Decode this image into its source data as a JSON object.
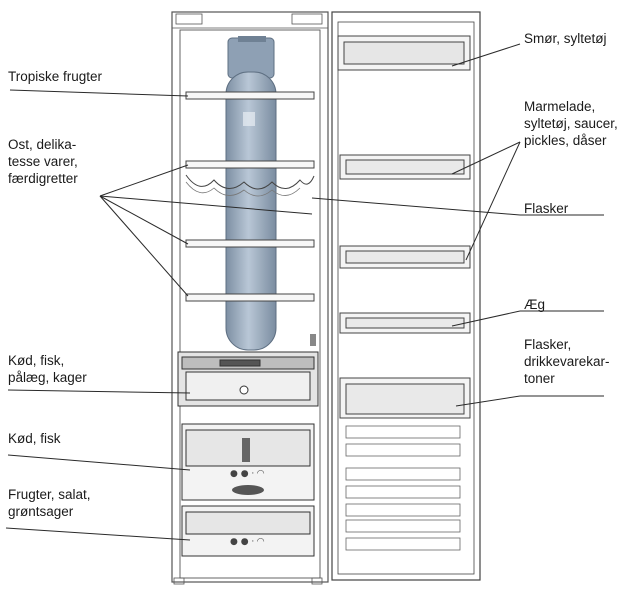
{
  "labels_left": {
    "tropical_fruit": "Tropiske frugter",
    "cheese_deli": "Ost, delika-\ntesse varer,\nfærdigretter",
    "meat_fish_cold_cuts_cakes": "Kød, fisk,\npålæg, kager",
    "meat_fish": "Kød, fisk",
    "fruit_salad_vegetables": "Frugter, salat,\ngrøntsager"
  },
  "labels_right": {
    "butter_preserves": "Smør, syltetøj",
    "jam_preserves_sauces_pickles_cans": "Marmelade,\nsyltetøj, saucer,\npickles, dåser",
    "bottles_upper": "Flasker",
    "eggs": "Æg",
    "bottles_drink_cartons": "Flasker,\ndrikkevarekar-\ntoner"
  },
  "colors": {
    "line": "#2a2a2a",
    "cabinet": "#555555",
    "duct": "#9fb0c2",
    "duct_dark": "#6f8194",
    "drawer_fill": "#f3f3f3"
  }
}
